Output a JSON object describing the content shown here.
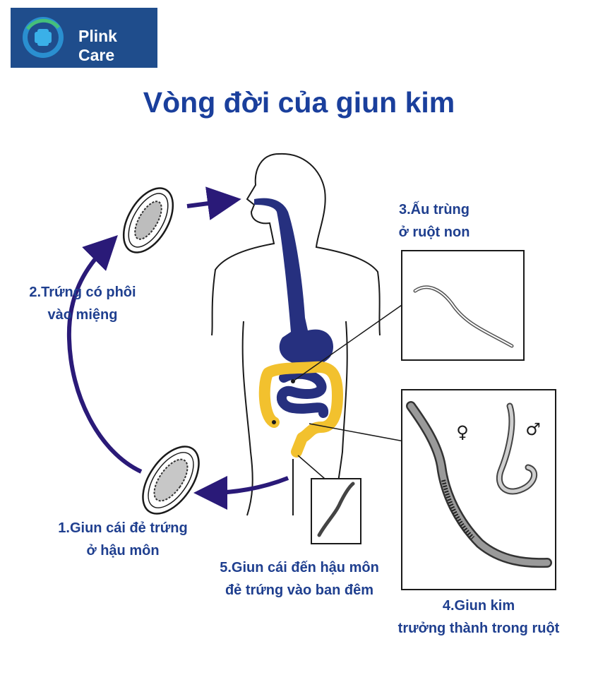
{
  "brand": {
    "name": "Plink Care"
  },
  "title": "Vòng đời của giun kim",
  "stages": [
    {
      "line1": "1.Giun cái đẻ trứng",
      "line2": "ở hậu môn"
    },
    {
      "line1": "2.Trứng có phôi",
      "line2": "vào miệng"
    },
    {
      "line1": "3.Ấu trùng",
      "line2": "ở ruột non"
    },
    {
      "line1": "4.Giun kim",
      "line2": "trưởng thành trong ruột"
    },
    {
      "line1": "5.Giun cái đến hậu môn",
      "line2": "đẻ trứng vào ban đêm"
    }
  ],
  "symbols": {
    "female": "♀",
    "male": "♂"
  },
  "colors": {
    "brand_bg": "#1f4d8c",
    "title": "#1a3f9c",
    "arrow": "#2a1a78",
    "digestive": "#26307f",
    "intestine": "#f2c12e"
  },
  "icons": [
    "plus-cross-logo-icon",
    "human-body-icon",
    "egg-icon",
    "worm-icon",
    "arrow-icon"
  ]
}
